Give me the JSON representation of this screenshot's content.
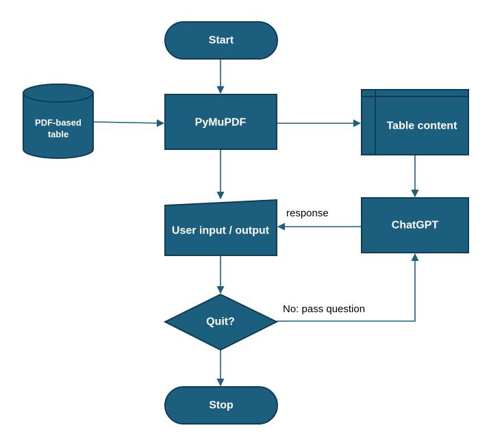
{
  "colors": {
    "node_fill": "#1b5e7e",
    "node_border": "#0f3d55",
    "edge": "#1b5e7e",
    "node_text": "#ffffff",
    "edge_text": "#000000"
  },
  "nodes": {
    "start": {
      "label": "Start",
      "shape": "terminator"
    },
    "pdf_table": {
      "label_lines": [
        "PDF-based",
        "table"
      ],
      "shape": "database-cylinder"
    },
    "pymupdf": {
      "label": "PyMuPDF",
      "shape": "process"
    },
    "table_content": {
      "label": "Table content",
      "shape": "internal-storage"
    },
    "user_io": {
      "label": "User input / output",
      "shape": "manual-input"
    },
    "chatgpt": {
      "label": "ChatGPT",
      "shape": "process"
    },
    "quit": {
      "label": "Quit?",
      "shape": "decision"
    },
    "stop": {
      "label": "Stop",
      "shape": "terminator"
    }
  },
  "edges": {
    "response_label": "response",
    "no_label": "No: pass question"
  }
}
